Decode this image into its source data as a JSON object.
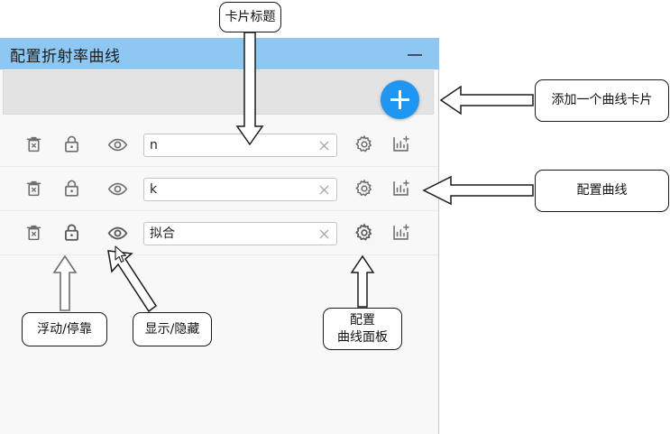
{
  "panel": {
    "title": "配置折射率曲线",
    "minimize_label": "—",
    "add_button_label": "+",
    "header_color": "#8ec8f2",
    "accent_color": "#2096f3",
    "toolbar_color": "#e3e3e3",
    "rows": [
      {
        "name": "n",
        "delete_icon": "delete-icon",
        "lock_icon": "lock-icon",
        "visibility_icon": "eye-icon",
        "settings_icon": "gear-icon",
        "chart_icon": "add-chart-icon",
        "clear_icon": "clear-icon"
      },
      {
        "name": "k",
        "delete_icon": "delete-icon",
        "lock_icon": "lock-icon",
        "visibility_icon": "eye-icon",
        "settings_icon": "gear-icon",
        "chart_icon": "add-chart-icon",
        "clear_icon": "clear-icon"
      },
      {
        "name": "拟合",
        "delete_icon": "delete-icon",
        "lock_icon": "lock-icon",
        "visibility_icon": "eye-icon",
        "settings_icon": "gear-icon",
        "chart_icon": "add-chart-icon",
        "clear_icon": "clear-icon"
      }
    ]
  },
  "annotations": {
    "card_title": "卡片标题",
    "add_card": "添加一个曲线卡片",
    "config_curve": "配置曲线",
    "float_dock": "浮动/停靠",
    "show_hide": "显示/隐藏",
    "config_panel_line1": "配置",
    "config_panel_line2": "曲线面板"
  }
}
